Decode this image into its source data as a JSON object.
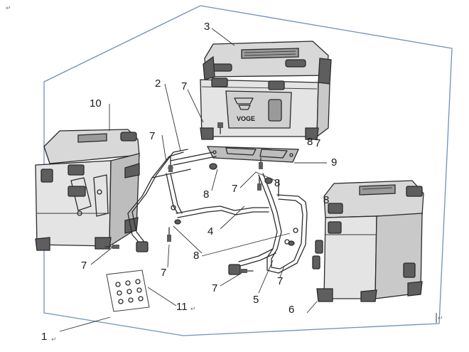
{
  "diagram": {
    "callouts": [
      {
        "id": "c1",
        "text": "1"
      },
      {
        "id": "c2",
        "text": "2"
      },
      {
        "id": "c3",
        "text": "3"
      },
      {
        "id": "c4",
        "text": "4"
      },
      {
        "id": "c5",
        "text": "5"
      },
      {
        "id": "c6",
        "text": "6"
      },
      {
        "id": "c7a",
        "text": "7"
      },
      {
        "id": "c7b",
        "text": "7"
      },
      {
        "id": "c7c",
        "text": "7"
      },
      {
        "id": "c7d",
        "text": "7"
      },
      {
        "id": "c7e",
        "text": "7"
      },
      {
        "id": "c7f",
        "text": "7"
      },
      {
        "id": "c7g",
        "text": "7"
      },
      {
        "id": "c7h",
        "text": "7"
      },
      {
        "id": "c8a",
        "text": "8"
      },
      {
        "id": "c8b",
        "text": "8"
      },
      {
        "id": "c8c",
        "text": "8"
      },
      {
        "id": "c8d",
        "text": "8"
      },
      {
        "id": "c8e",
        "text": "8"
      },
      {
        "id": "c9",
        "text": "9"
      },
      {
        "id": "c10",
        "text": "10"
      },
      {
        "id": "c11",
        "text": "11"
      }
    ],
    "brand_logo_text": "VOGE",
    "paragraph_mark": "↵"
  },
  "colors": {
    "boundary": "#6f8fbf",
    "line_art": "#2a2a2a",
    "case_body": "#c9c9c9",
    "case_dark": "#5e5e5e"
  }
}
